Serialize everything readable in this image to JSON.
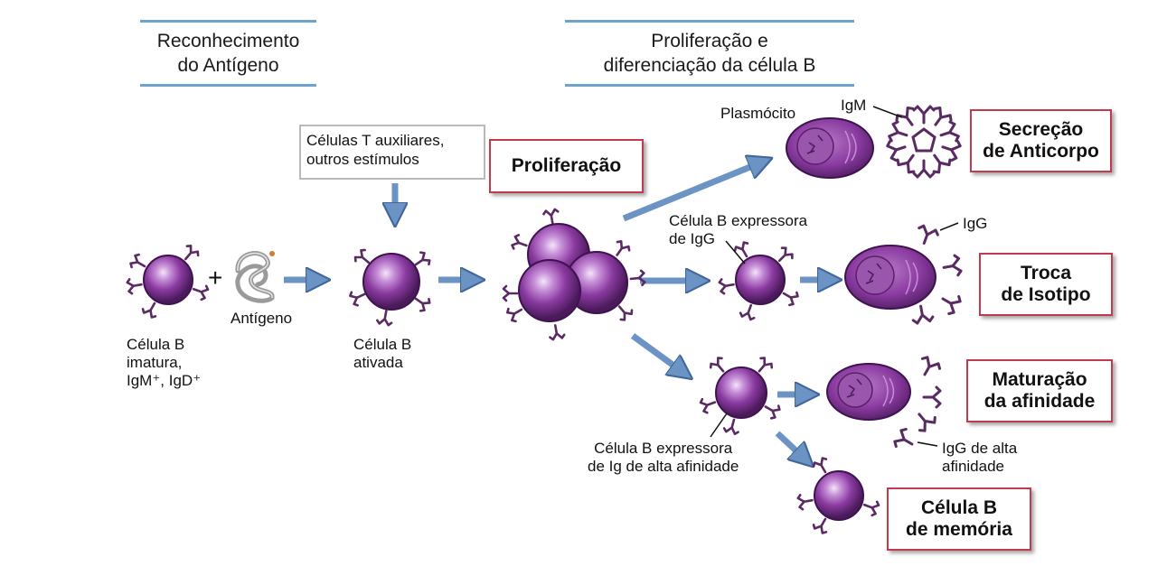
{
  "headers": {
    "left": [
      "Reconhecimento",
      "do Antígeno"
    ],
    "right": [
      "Proliferação e",
      "diferenciação da célula B"
    ]
  },
  "labels": {
    "immature": [
      "Célula B",
      "imatura,",
      "IgM⁺, IgD⁺"
    ],
    "antigen": "Antígeno",
    "activated": [
      "Célula B",
      "ativada"
    ],
    "tcells": [
      "Células T auxiliares,",
      "outros estímulos"
    ],
    "plasmocito": "Plasmócito",
    "igm": "IgM",
    "igg_cell": [
      "Célula B expressora",
      "de IgG"
    ],
    "igg": "IgG",
    "highaff_cell": [
      "Célula B expressora",
      "de Ig de alta afinidade"
    ],
    "igg_high": [
      "IgG de alta",
      "afinidade"
    ]
  },
  "boxes": {
    "proliferacao": "Proliferação",
    "secrecao": [
      "Secreção",
      "de Anticorpo"
    ],
    "troca": [
      "Troca",
      "de Isotipo"
    ],
    "maturacao": [
      "Maturação",
      "da afinidade"
    ],
    "memoria": [
      "Célula B",
      "de memória"
    ]
  },
  "colors": {
    "cell": "#7a2e8e",
    "cell_light": "#d9b8e6",
    "receptor": "#5a2a63",
    "arrow": "#6b93c4",
    "box_border": "#c03a50",
    "header_bar": "#6fa3cf"
  }
}
